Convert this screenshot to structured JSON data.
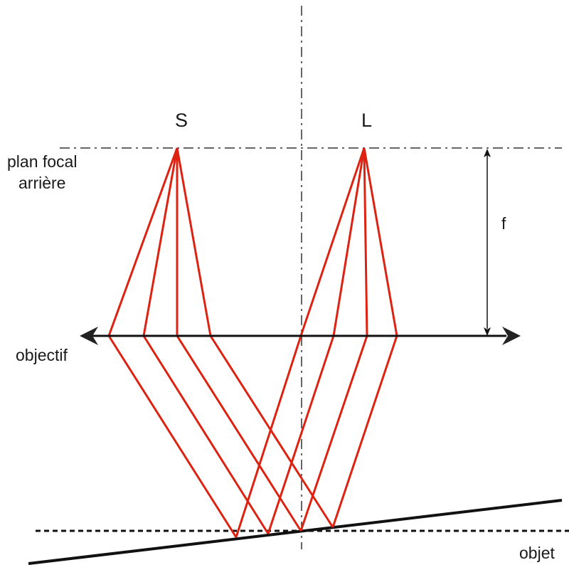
{
  "labels": {
    "source": "S",
    "lens": "L",
    "focal_plane_line1": "plan focal",
    "focal_plane_line2": "arrière",
    "focal_length": "f",
    "objective": "objectif",
    "object": "objet"
  },
  "colors": {
    "ray": "#dd2211",
    "line": "#111111",
    "dash": "#333333"
  }
}
